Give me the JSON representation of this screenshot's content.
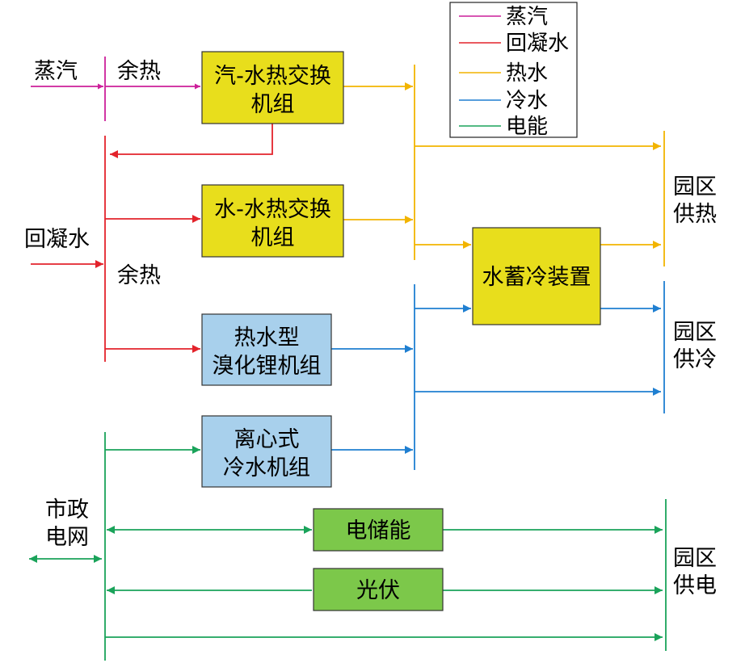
{
  "colors": {
    "steam": "#cc1f9a",
    "condensate": "#e3232b",
    "hot_water": "#f2b400",
    "chilled_water": "#1f7fd1",
    "electricity": "#1aa35a",
    "box_yellow": "#e8de1c",
    "box_blue": "#a8d0ec",
    "box_green": "#7cc84a"
  },
  "legend": {
    "items": [
      {
        "label": "蒸汽",
        "color": "#cc1f9a"
      },
      {
        "label": "回凝水",
        "color": "#e3232b"
      },
      {
        "label": "热水",
        "color": "#f2b400"
      },
      {
        "label": "冷水",
        "color": "#1f7fd1"
      },
      {
        "label": "电能",
        "color": "#1aa35a"
      }
    ]
  },
  "inputs": {
    "steam": "蒸汽",
    "steam_waste_heat": "余热",
    "condensate": "回凝水",
    "condensate_waste_heat": "余热",
    "grid_line1": "市政",
    "grid_line2": "电网"
  },
  "boxes": {
    "steam_water_hx": {
      "line1": "汽-水热交换",
      "line2": "机组"
    },
    "water_water_hx": {
      "line1": "水-水热交换",
      "line2": "机组"
    },
    "storage": {
      "line1": "水蓄冷装置"
    },
    "absorption": {
      "line1": "热水型",
      "line2": "溴化锂机组"
    },
    "centrifugal": {
      "line1": "离心式",
      "line2": "冷水机组"
    },
    "battery": {
      "line1": "电储能"
    },
    "pv": {
      "line1": "光伏"
    }
  },
  "outputs": {
    "heat_line1": "园区",
    "heat_line2": "供热",
    "cool_line1": "园区",
    "cool_line2": "供冷",
    "power_line1": "园区",
    "power_line2": "供电"
  }
}
